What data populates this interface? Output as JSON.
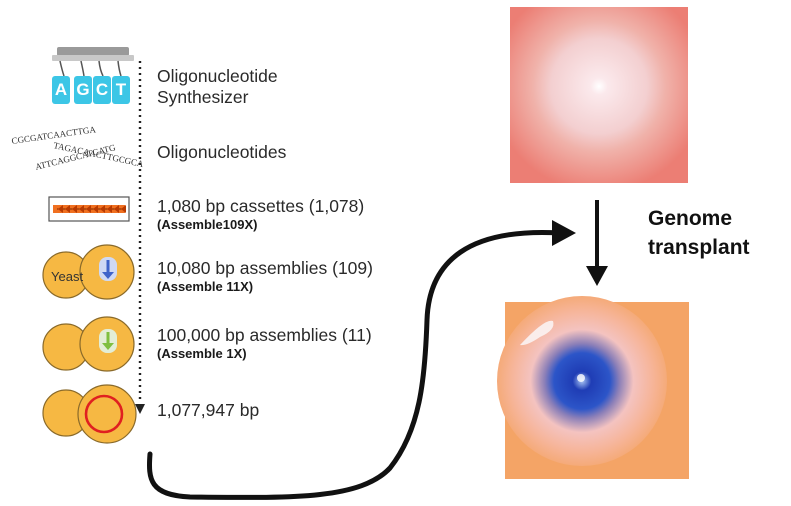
{
  "steps": [
    {
      "label": "Oligonucleotide",
      "label2": "Synthesizer",
      "sub": ""
    },
    {
      "label": "Oligonucleotides",
      "label2": "",
      "sub": ""
    },
    {
      "label": "1,080 bp cassettes (1,078)",
      "label2": "",
      "sub": "(Assemble109X)"
    },
    {
      "label": "10,080 bp assemblies (109)",
      "label2": "",
      "sub": "(Assemble 11X)"
    },
    {
      "label": "100,000 bp assemblies (11)",
      "label2": "",
      "sub": "(Assemble 1X)"
    },
    {
      "label": "1,077,947 bp",
      "label2": "",
      "sub": ""
    }
  ],
  "synthesizer_letters": [
    "A",
    "G",
    "C",
    "T"
  ],
  "oligo_sequences": [
    "CGCGATCAACTTGA",
    "TAGACAACTTGCGCA",
    "ATTCAGGCATCATG"
  ],
  "yeast_label": "Yeast",
  "transplant": {
    "line1": "Genome",
    "line2": "transplant"
  },
  "colors": {
    "yeast_fill": "#f6b843",
    "yeast_stroke": "#8a6a2a",
    "vacuole_blue": "#3f63c9",
    "vacuole_green": "#7fbf3f",
    "plasmid_red": "#e02020",
    "cassette_orange": "#f07020",
    "synth_cyan": "#3cc6e6",
    "colony_top_bg": "#ec7e74",
    "colony_bottom_bg": "#f4a466",
    "colony_blue": "#2340b8"
  }
}
